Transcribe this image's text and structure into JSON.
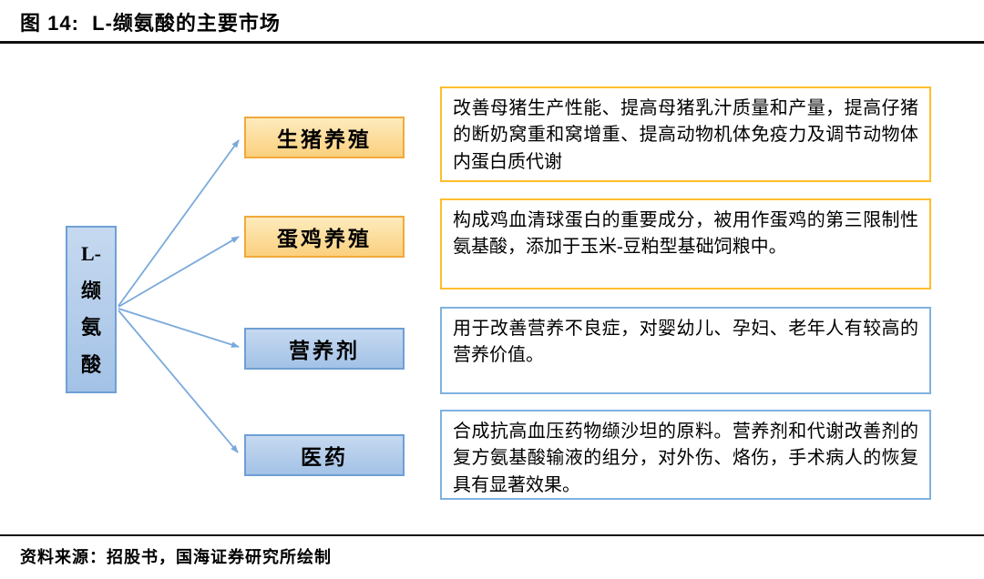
{
  "title": "图 14:  L-缬氨酸的主要市场",
  "root": {
    "label": "L-缬氨酸",
    "chars": [
      "L-",
      "缬",
      "氨",
      "酸"
    ]
  },
  "markets": [
    {
      "label": "生猪养殖",
      "theme": "orange",
      "description": "改善母猪生产性能、提高母猪乳汁质量和产量，提高仔猪的断奶窝重和窝增重、提高动物机体免疫力及调节动物体内蛋白质代谢"
    },
    {
      "label": "蛋鸡养殖",
      "theme": "orange",
      "description": "构成鸡血清球蛋白的重要成分，被用作蛋鸡的第三限制性氨基酸，添加于玉米-豆粕型基础饲粮中。"
    },
    {
      "label": "营养剂",
      "theme": "blue",
      "description": "用于改善营养不良症，对婴幼儿、孕妇、老年人有较高的营养价值。"
    },
    {
      "label": "医药",
      "theme": "blue",
      "description": "合成抗高血压药物缬沙坦的原料。营养剂和代谢改善剂的复方氨基酸输液的组分，对外伤、烙伤，手术病人的恢复具有显著效果。"
    }
  ],
  "source": "资料来源：招股书，国海证券研究所绘制",
  "colors": {
    "text": "#000000",
    "rule": "#111111",
    "arrow": "#7AA9DC",
    "accent_blue_border": "#6FA0D4",
    "accent_blue_fill_top": "#C6D9F0",
    "accent_blue_fill_bottom": "#A3C2E6",
    "accent_orange_border": "#F2A93B",
    "accent_orange_fill_top": "#FDEBBD",
    "accent_orange_fill_bottom": "#FBD07E",
    "desc_orange_border": "#FFBE2D",
    "desc_blue_border": "#7FB2E1"
  }
}
